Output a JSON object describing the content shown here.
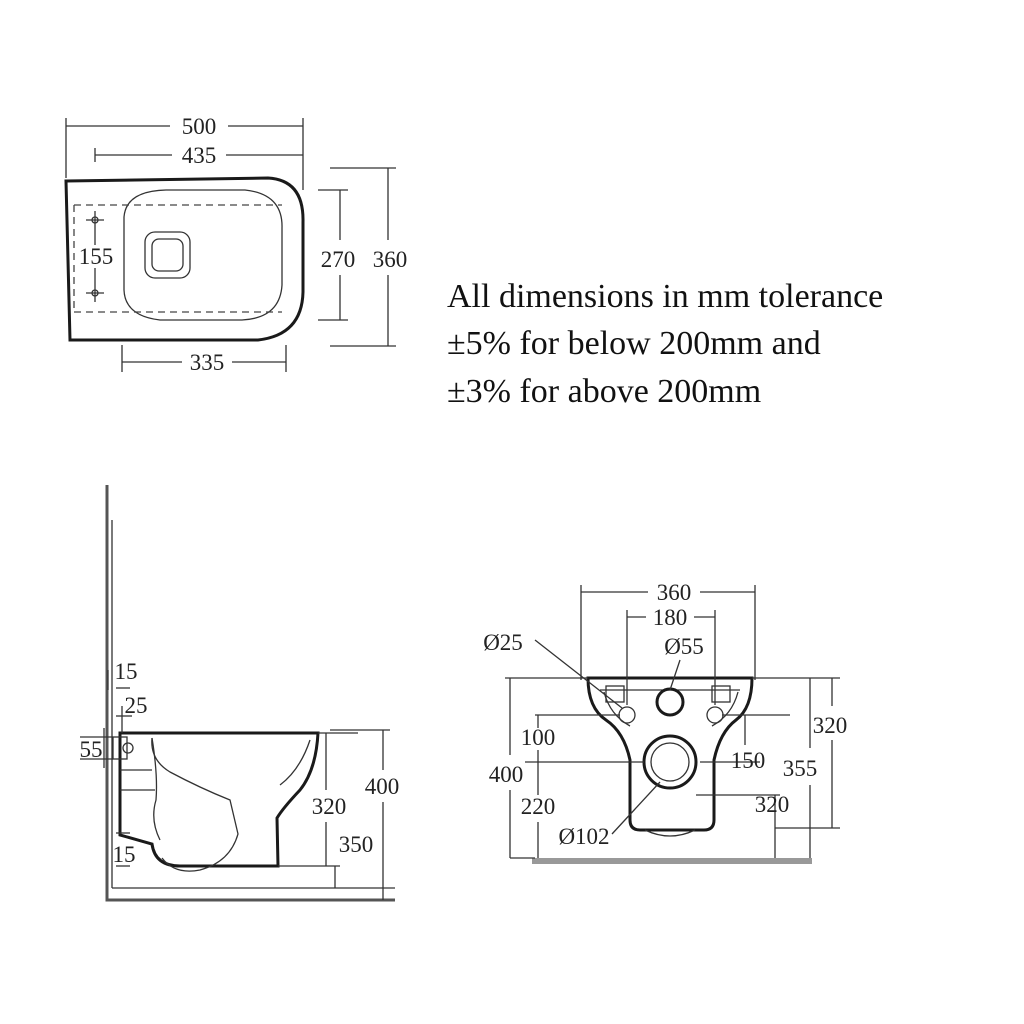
{
  "note": {
    "line1": "All dimensions in mm tolerance",
    "line2": "±5% for below 200mm and",
    "line3": "±3% for above 200mm"
  },
  "plan_view": {
    "overall_length": "500",
    "inner_length": "435",
    "fixing_spacing": "155",
    "inner_width": "270",
    "overall_width": "360",
    "rim_length": "335"
  },
  "side_view": {
    "top_gap": "15",
    "fixing_offset": "25",
    "outlet_height": "55",
    "base_gap": "15",
    "rim_depth": "320",
    "total_height": "400",
    "bowl_height": "350"
  },
  "rear_view": {
    "overall_width": "360",
    "fixing_centres": "180",
    "fixing_hole_dia": "Ø25",
    "inlet_dia": "Ø55",
    "height_320": "320",
    "height_355": "355",
    "dim_150": "150",
    "dim_320_lower": "320",
    "dim_100": "100",
    "dim_400": "400",
    "dim_220": "220",
    "outlet_dia": "Ø102"
  }
}
